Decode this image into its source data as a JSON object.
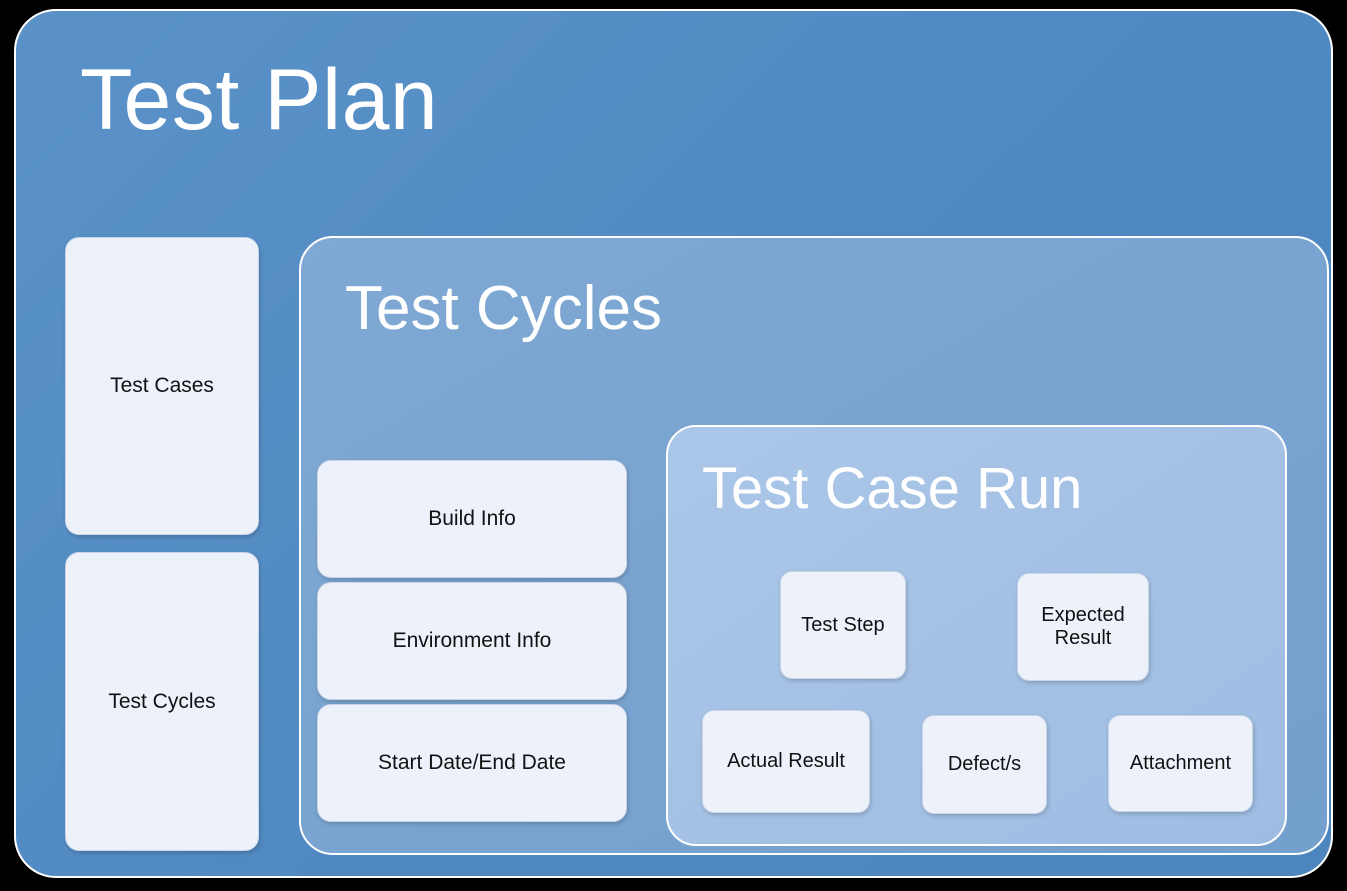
{
  "diagram": {
    "root": {
      "title": "Test Plan",
      "accent_color": "#5089C2",
      "border_color": "#FFFFFF"
    },
    "sidebar": {
      "items": [
        {
          "label": "Test Cases"
        },
        {
          "label": "Test Cycles"
        }
      ]
    },
    "test_cycles": {
      "title": "Test Cycles",
      "accent_color": "#78A2CF",
      "info_boxes": [
        {
          "label": "Build Info"
        },
        {
          "label": "Environment Info"
        },
        {
          "label": "Start Date/End Date"
        }
      ]
    },
    "test_case_run": {
      "title": "Test Case Run",
      "accent_color": "#A3C0E4",
      "boxes": [
        {
          "label": "Test Step"
        },
        {
          "label": "Expected\nResult"
        },
        {
          "label": "Actual Result"
        },
        {
          "label": "Defect/s"
        },
        {
          "label": "Attachment"
        }
      ]
    },
    "box_fill_color": "#EDF1FA",
    "text_color": "#111111"
  }
}
